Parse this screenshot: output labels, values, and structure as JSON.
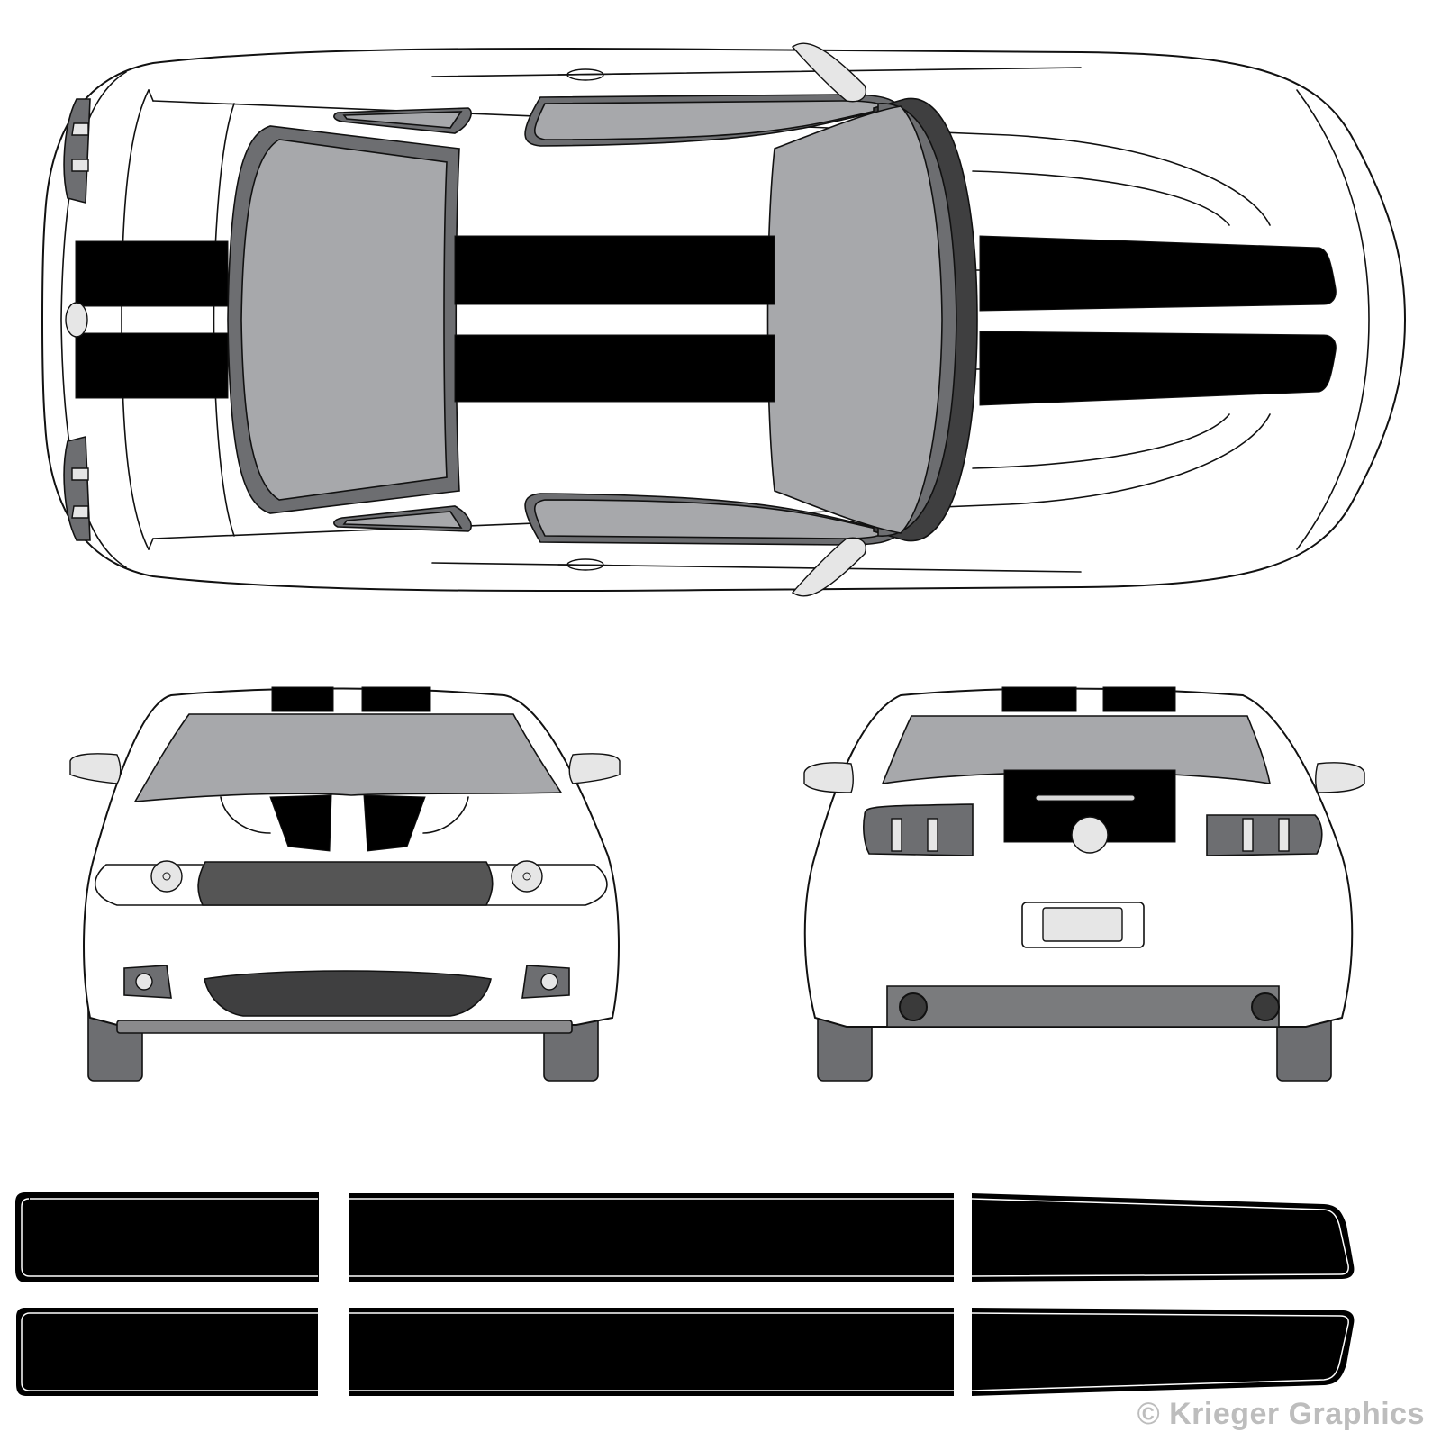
{
  "illustration": {
    "subject": "Coupe with dual racing stripe decal kit",
    "views": [
      {
        "id": "top",
        "label": "Top view"
      },
      {
        "id": "front",
        "label": "Front view"
      },
      {
        "id": "rear",
        "label": "Rear view"
      },
      {
        "id": "decal-pieces",
        "label": "Stripe decal pieces"
      }
    ],
    "decal_pieces": {
      "rows": 2,
      "segments_per_row": 3,
      "segments": [
        "front bumper/hood nose section",
        "hood and roof section",
        "trunk/rear section"
      ]
    },
    "colors": {
      "stripe": "#000000",
      "glass": "#a7a8ab",
      "trim": "#6d6e71",
      "dark_trim": "#3f3f40",
      "body": "#ffffff",
      "watermark": "#bdbdbd"
    }
  },
  "watermark": {
    "text": "© Krieger Graphics"
  }
}
